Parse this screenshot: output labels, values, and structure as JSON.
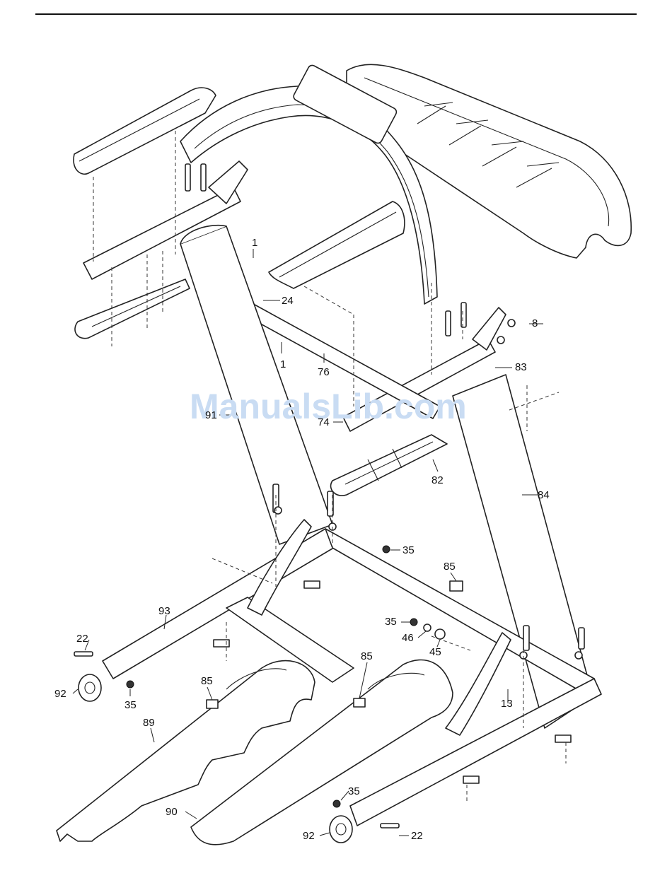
{
  "watermark": "ManualsLib.com",
  "callouts": {
    "c1a": "1",
    "c1b": "1",
    "c8": "8",
    "c13": "13",
    "c22a": "22",
    "c22b": "22",
    "c24": "24",
    "c35a": "35",
    "c35b": "35",
    "c35c": "35",
    "c35d": "35",
    "c45": "45",
    "c46": "46",
    "c74": "74",
    "c76": "76",
    "c82": "82",
    "c83": "83",
    "c84": "84",
    "c85a": "85",
    "c85b": "85",
    "c85c": "85",
    "c89": "89",
    "c90": "90",
    "c91": "91",
    "c92a": "92",
    "c92b": "92",
    "c93": "93"
  },
  "colors": {
    "line": "#222222",
    "watermark": "#c9dcf3"
  }
}
